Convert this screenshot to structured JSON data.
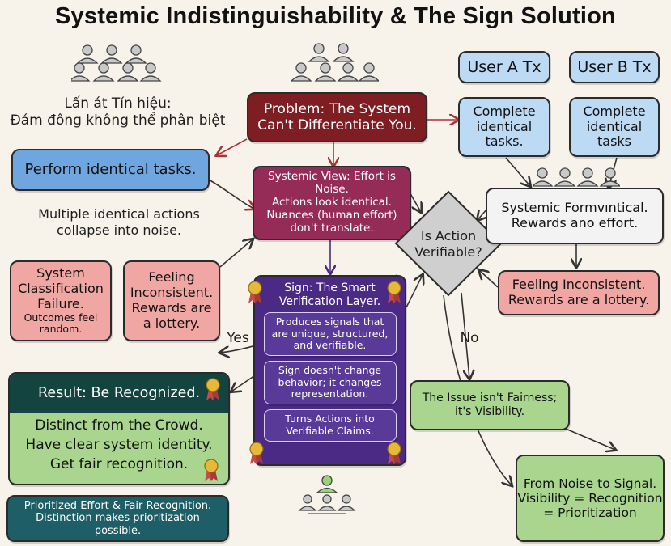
{
  "title": "Systemic Indistinguishability & The Sign Solution",
  "vietnamese": {
    "line1": "Lấn át Tín hiệu:",
    "line2": "Đám đông không thể phân biệt"
  },
  "problem": {
    "line1": "Problem: The System",
    "line2": "Can't Differentiate You."
  },
  "user_a": {
    "label": "User A Tx",
    "task": [
      "Complete",
      "identical",
      "tasks."
    ]
  },
  "user_b": {
    "label": "User B Tx",
    "task": [
      "Complete",
      "identical",
      "tasks"
    ]
  },
  "perform": "Perform identical tasks.",
  "multiple": {
    "line1": "Multiple identical actions",
    "line2": "collapse into noise."
  },
  "systemic_view": [
    "Systemic View: Effort is Noise.",
    "Actions look identical.",
    "Nuances (human effort)",
    "don't translate."
  ],
  "classification": {
    "lines": [
      "System",
      "Classification",
      "Failure."
    ],
    "small": [
      "Outcomes feel",
      "random."
    ]
  },
  "feeling_left": [
    "Feeling",
    "Inconsistent.",
    "Rewards are",
    "a lottery."
  ],
  "decision": [
    "Is Action",
    "Verifiable?"
  ],
  "systemic_form": [
    "Systemic Formvıntical.",
    "Rewards ano effort."
  ],
  "feeling_right": [
    "Feeling Inconsistent.",
    "Rewards are a lottery."
  ],
  "sign": {
    "title": [
      "Sign: The Smart",
      "Verification Layer."
    ],
    "b1": [
      "Produces signals that",
      "are unique, structured,",
      "and verifiable."
    ],
    "b2": [
      "Sign doesn't change",
      "behavior; it changes",
      "representation."
    ],
    "b3": [
      "Turns Actions into",
      "Verifiable Claims."
    ]
  },
  "yes": "Yes",
  "no": "No",
  "result": {
    "title": "Result: Be Recognized.",
    "lines": [
      "Distinct from the Crowd.",
      "Have clear system identity.",
      "Get fair recognition."
    ]
  },
  "issue": [
    "The Issue isn't Fairness;",
    "it's Visibility."
  ],
  "noise_signal": [
    "From Noise to Signal.",
    "Visibility = Recognition",
    "= Prioritization"
  ],
  "prioritized": [
    "Prioritized Effort & Fair Recognition.",
    "Distinction makes prioritization",
    "possible."
  ],
  "icons": [
    "crowd-icon",
    "medal-icon",
    "arrow-icon"
  ],
  "colors": {
    "problem": "#7e1d22",
    "sign": "#4b2a86",
    "result": "#14443f",
    "accent_green": "#a9d58f",
    "accent_pink": "#f0a7a3",
    "accent_blue": "#6fa6e0"
  }
}
